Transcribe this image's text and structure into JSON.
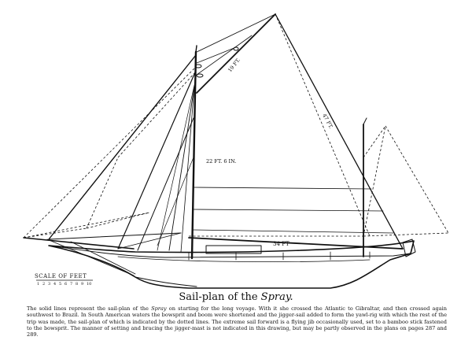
{
  "labels": {
    "gaff": "19 FT.",
    "topmast": "47 FT.",
    "mast": "22 FT. 6 IN.",
    "boom": "34 FT"
  },
  "scale": {
    "title": "SCALE OF FEET",
    "numbers": [
      "1",
      "2",
      "3",
      "4",
      "5",
      "6",
      "7",
      "8",
      "9",
      "10"
    ]
  },
  "caption": {
    "title_pre": "Sail-plan of the ",
    "title_em": "Spray.",
    "p1": "The solid lines represent the sail-plan of the ",
    "p1_em": "Spray",
    "p2": " on starting for the long voyage. With it she crossed the Atlantic to Gibraltar, and then crossed again southwest to Brazil. In South American waters the bowsprit and boom were shortened and the jigger-sail added to form the yawl-rig with which the rest of the trip was made, the sail-plan of which is indicated by the dotted lines. The extreme sail forward is a flying jib occasionally used, set to a bamboo stick fastened to the bowsprit. The manner of setting and bracing the jigger-mast is not indicated in this drawing, but may be partly observed in the plans on pages 287 and 289."
  }
}
